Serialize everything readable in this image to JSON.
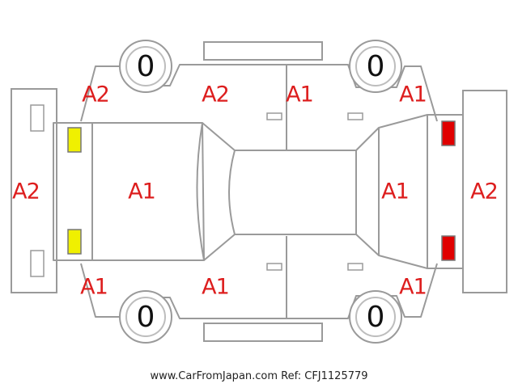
{
  "colors": {
    "outline": "#9a9a9a",
    "damage_text": "#dd1e1e",
    "front_light": "#f0f000",
    "rear_light": "#e00000"
  },
  "damage_codes": {
    "front_bumper": "A2",
    "front_left_corner": "A2",
    "left_front_door": "A2",
    "left_rear_door": "A1",
    "left_rear_corner": "A1",
    "hood": "A1",
    "trunk": "A1",
    "rear_bumper": "A2",
    "right_front_corner": "A1",
    "right_front_door": "A1",
    "right_rear_corner": "A1"
  },
  "tires": {
    "front_left": "0",
    "rear_left": "0",
    "front_right": "0",
    "rear_right": "0"
  },
  "footer": "www.CarFromJapan.com Ref: CFJ1125779"
}
